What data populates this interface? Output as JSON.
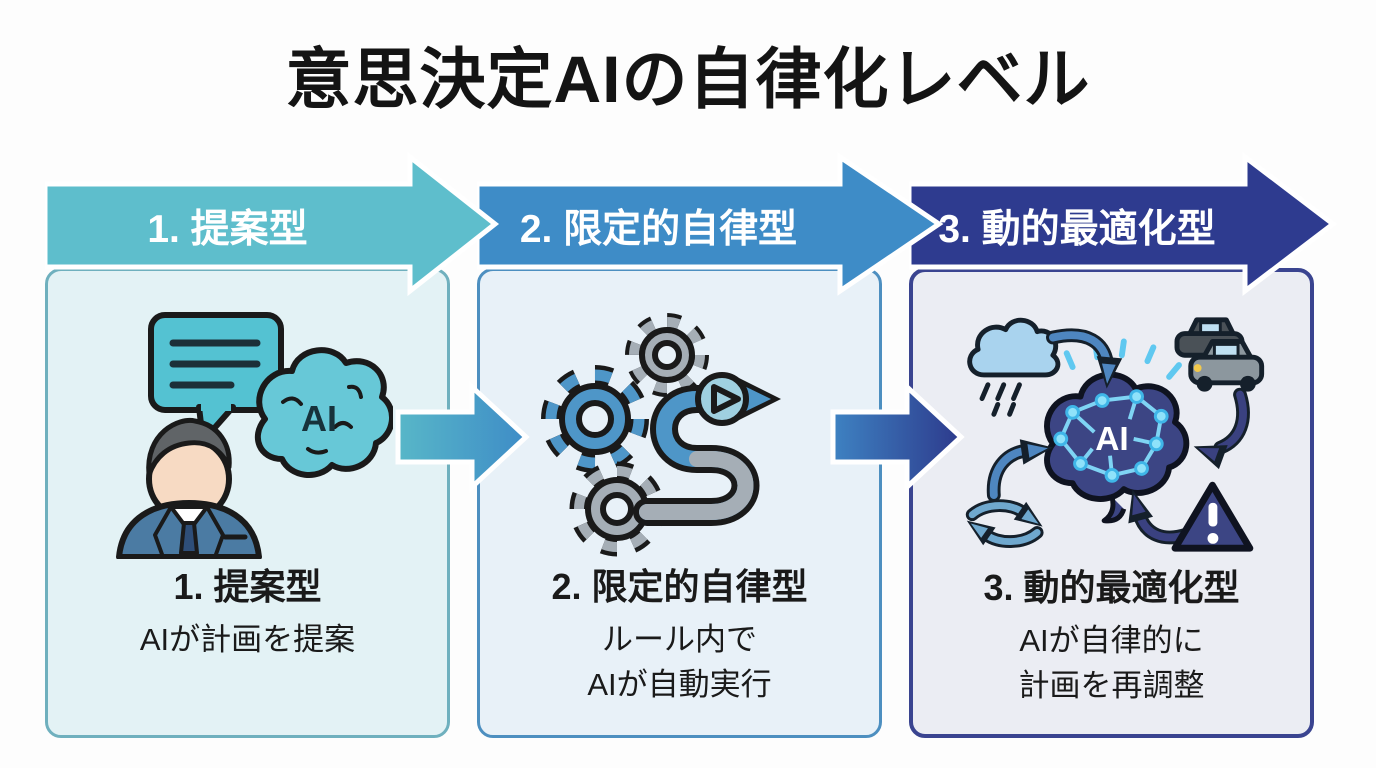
{
  "title": "意思決定AIの自律化レベル",
  "stages": [
    {
      "banner_label": "1. 提案型",
      "heading": "1. 提案型",
      "description_lines": [
        "AIが計画を提案"
      ],
      "icon_text": "AI",
      "icons": [
        "speech-bubble-icon",
        "ai-brain-icon",
        "businessman-icon"
      ],
      "banner_color": "#5EBECC",
      "card_bg": "#E3F2F5",
      "card_border": "#6FB0BE"
    },
    {
      "banner_label": "2. 限定的自律型",
      "heading": "2. 限定的自律型",
      "description_lines": [
        "ルール内で",
        "AIが自動実行"
      ],
      "icons": [
        "gear-icon",
        "gear-icon",
        "gear-icon",
        "process-flow-arrow-icon",
        "play-icon"
      ],
      "banner_color": "#3E8CC7",
      "card_bg": "#E8F1F8",
      "card_border": "#4D8FC0"
    },
    {
      "banner_label": "3. 動的最適化型",
      "heading": "3. 動的最適化型",
      "description_lines": [
        "AIが自律的に",
        "計画を再調整"
      ],
      "icon_text": "AI",
      "icons": [
        "rain-cloud-icon",
        "traffic-cars-icon",
        "ai-network-brain-icon",
        "curved-arrow-icon",
        "cycle-arrows-icon",
        "warning-triangle-icon"
      ],
      "banner_color": "#2E3B8F",
      "card_bg": "#EBEDF3",
      "card_border": "#3A4490"
    }
  ],
  "connector_arrows": [
    {
      "from": "stage-1",
      "to": "stage-2",
      "color_start": "#58B7C8",
      "color_end": "#3E8CC7"
    },
    {
      "from": "stage-2",
      "to": "stage-3",
      "color_start": "#3E82C2",
      "color_end": "#2D3A8C"
    }
  ]
}
